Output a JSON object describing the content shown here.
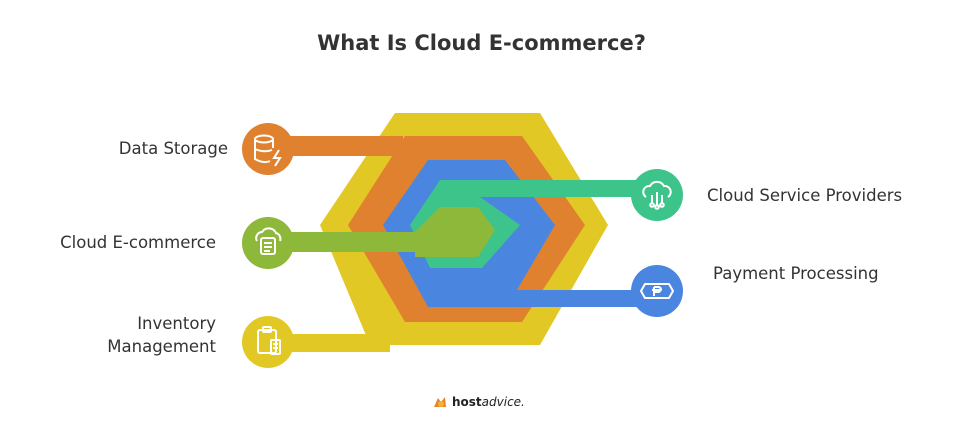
{
  "title": "What Is Cloud E-commerce?",
  "items": {
    "data_storage": {
      "label": "Data Storage",
      "color": "#E0812F",
      "icon": "database-lightning-icon"
    },
    "cloud_ecommerce": {
      "label": "Cloud E-commerce",
      "color": "#8DB83A",
      "icon": "cloud-document-icon"
    },
    "inventory": {
      "label_line1": "Inventory",
      "label_line2": "Management",
      "color": "#E2C824",
      "icon": "clipboard-list-icon"
    },
    "cloud_providers": {
      "label": "Cloud Service Providers",
      "color": "#3CC48A",
      "icon": "cloud-network-icon"
    },
    "payment": {
      "label": "Payment Processing",
      "color": "#4A86E0",
      "icon": "currency-ticket-icon"
    }
  },
  "footer": {
    "logo_bold": "host",
    "logo_italic": "advice."
  }
}
